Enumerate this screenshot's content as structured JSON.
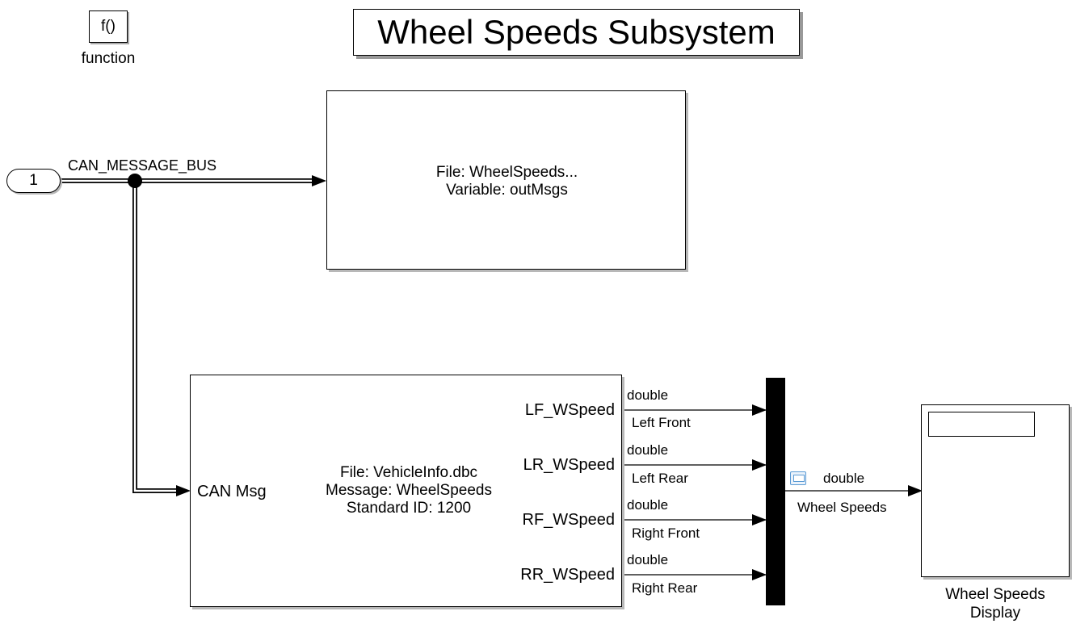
{
  "title": "Wheel Speeds Subsystem",
  "function_block": {
    "icon": "f()",
    "label": "function"
  },
  "inport": {
    "number": "1",
    "signal": "CAN_MESSAGE_BUS"
  },
  "pack_block": {
    "line1": "File: WheelSpeeds...",
    "line2": "Variable: outMsgs"
  },
  "unpack_block": {
    "input_port": "CAN Msg",
    "line1": "File: VehicleInfo.dbc",
    "line2": "Message: WheelSpeeds",
    "line3": "Standard ID: 1200",
    "outputs": [
      {
        "port": "LF_WSpeed",
        "type": "double",
        "signal": "Left Front"
      },
      {
        "port": "LR_WSpeed",
        "type": "double",
        "signal": "Left Rear"
      },
      {
        "port": "RF_WSpeed",
        "type": "double",
        "signal": "Right Front"
      },
      {
        "port": "RR_WSpeed",
        "type": "double",
        "signal": "Right Rear"
      }
    ]
  },
  "mux_output": {
    "type": "double",
    "signal": "Wheel Speeds",
    "icon": "viewer-icon"
  },
  "display_block": {
    "label_line1": "Wheel Speeds",
    "label_line2": "Display"
  },
  "colors": {
    "line": "#000000",
    "shadow": "#b8b8b8",
    "viewer_icon": "#5b9bd5"
  }
}
